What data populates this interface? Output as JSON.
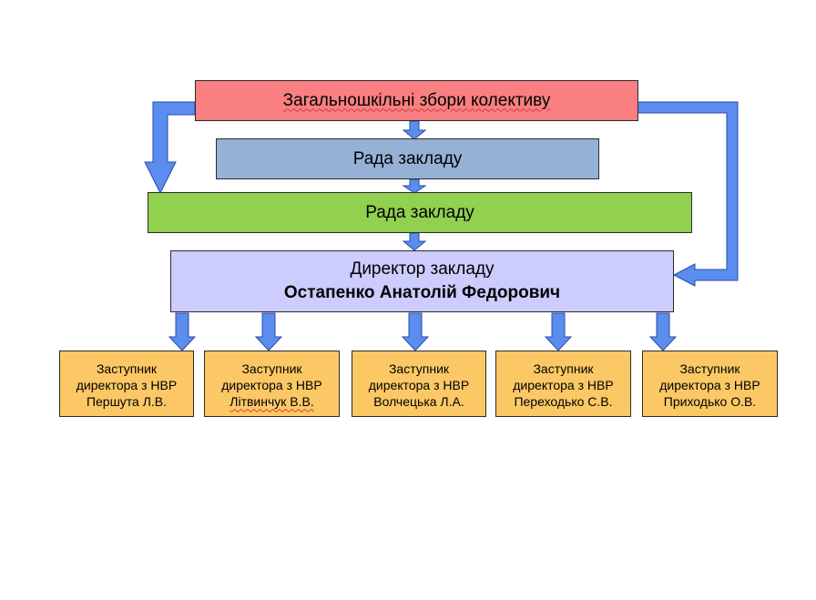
{
  "colors": {
    "assembly": "#f97f80",
    "council_top": "#95b2d6",
    "council_mid": "#92d050",
    "director": "#ccccff",
    "deputy": "#fcc866",
    "arrow_fill": "#5b8def",
    "arrow_stroke": "#2a4aa8"
  },
  "general_assembly": {
    "label": "Загальношкільні збори колективу"
  },
  "council_top": {
    "label": "Рада закладу"
  },
  "council_mid": {
    "label": "Рада закладу"
  },
  "director": {
    "title": "Директор закладу",
    "name": "Остапенко Анатолій Федорович"
  },
  "deputies": [
    {
      "line1": "Заступник",
      "line2": "директора з НВР",
      "name": "Першута Л.В."
    },
    {
      "line1": "Заступник",
      "line2": "директора з НВР",
      "name": "Літвинчук В.В."
    },
    {
      "line1": "Заступник",
      "line2": "директора з НВР",
      "name": "Волчецька Л.А."
    },
    {
      "line1": "Заступник",
      "line2": "директора з НВР",
      "name": "Переходько С.В."
    },
    {
      "line1": "Заступник",
      "line2": "директора з НВР",
      "name": "Приходько О.В."
    }
  ]
}
